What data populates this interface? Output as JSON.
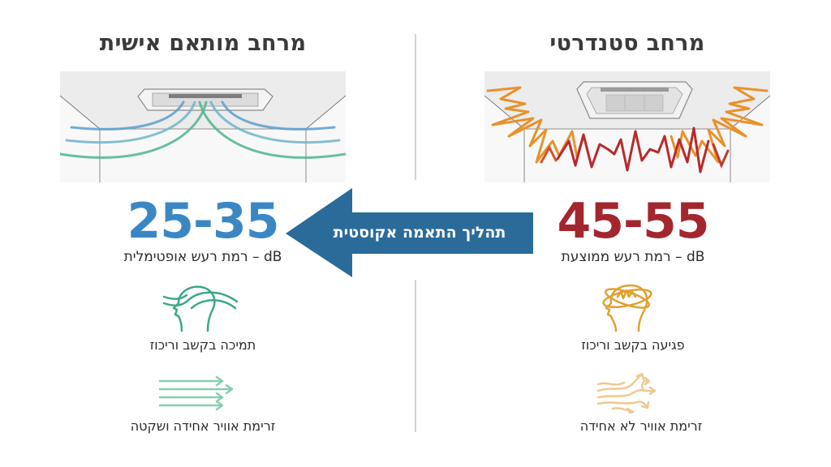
{
  "left": {
    "title": "מרחב מותאם אישית",
    "noise_range": "25-35",
    "noise_label": "dB – רמת רעש אופטימלית",
    "benefit_1": "תמיכה בקשב וריכוז",
    "benefit_2": "זרימת אוויר אחידה ושקטה",
    "accent_color": "#3b87c4",
    "icons": [
      "calm-head-icon",
      "smooth-airflow-icon"
    ],
    "illustration": "quiet-ceiling-ac-airflow"
  },
  "right": {
    "title": "מרחב סטנדרטי",
    "noise_range": "45-55",
    "noise_label": "dB – רמת רעש ממוצעת",
    "impact_1": "פגיעה בקשב וריכוז",
    "impact_2": "זרימת אוויר לא אחידה",
    "accent_color": "#a3262e",
    "icons": [
      "distracted-head-icon",
      "turbulent-airflow-icon"
    ],
    "illustration": "noisy-ceiling-ac-soundwaves"
  },
  "arrow": {
    "label": "תהליך התאמה אקוסטית",
    "direction": "right-to-left",
    "color": "#2a6b9a"
  }
}
